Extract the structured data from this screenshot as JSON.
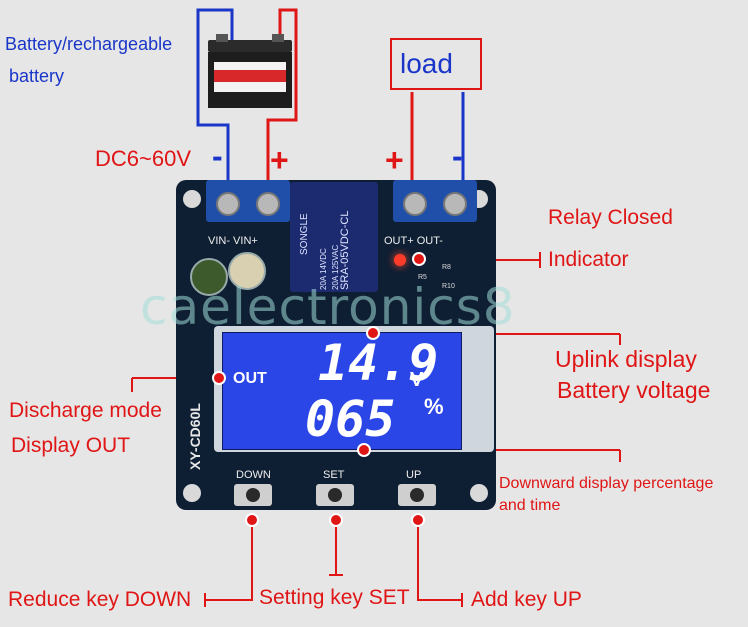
{
  "battery_label_line1": "Battery/rechargeable",
  "battery_label_line2": "battery",
  "load_label": "load",
  "dc_label": "DC6~60V",
  "minus_left": "-",
  "plus_left": "+",
  "plus_right": "+",
  "minus_right": "-",
  "relay_closed": "Relay Closed",
  "indicator": "Indicator",
  "uplink_line1": "Uplink display",
  "uplink_line2": "Battery voltage",
  "discharge_line1": "Discharge mode",
  "discharge_line2": "Display OUT",
  "downward_line1": "Downward display percentage",
  "downward_line2": "and time",
  "reduce_key": "Reduce key  DOWN",
  "setting_key": "Setting key SET",
  "add_key": "Add key UP",
  "watermark": "caelectronics8",
  "board": {
    "model": "XY-CD60L",
    "terminal_left": "VIN- VIN+",
    "terminal_right": "OUT+ OUT-",
    "relay_brand": "SONGLE",
    "relay_model": "SRA-05VDC-CL",
    "relay_rating1": "20A 14VDC",
    "relay_rating2": "20A 125VAC",
    "btn_down": "DOWN",
    "btn_set": "SET",
    "btn_up": "UP",
    "smd_r8": "R8",
    "smd_r10": "R10",
    "smd_r5": "R5"
  },
  "lcd": {
    "top_value": "14.9",
    "top_unit": "V",
    "bottom_value": "065",
    "bottom_unit": "%",
    "out_label": "OUT"
  },
  "colors": {
    "annotation_red": "#e01515",
    "wire_blue": "#1a36c9",
    "pcb_dark": "#0f1f33",
    "lcd_blue": "#2a46e6"
  }
}
